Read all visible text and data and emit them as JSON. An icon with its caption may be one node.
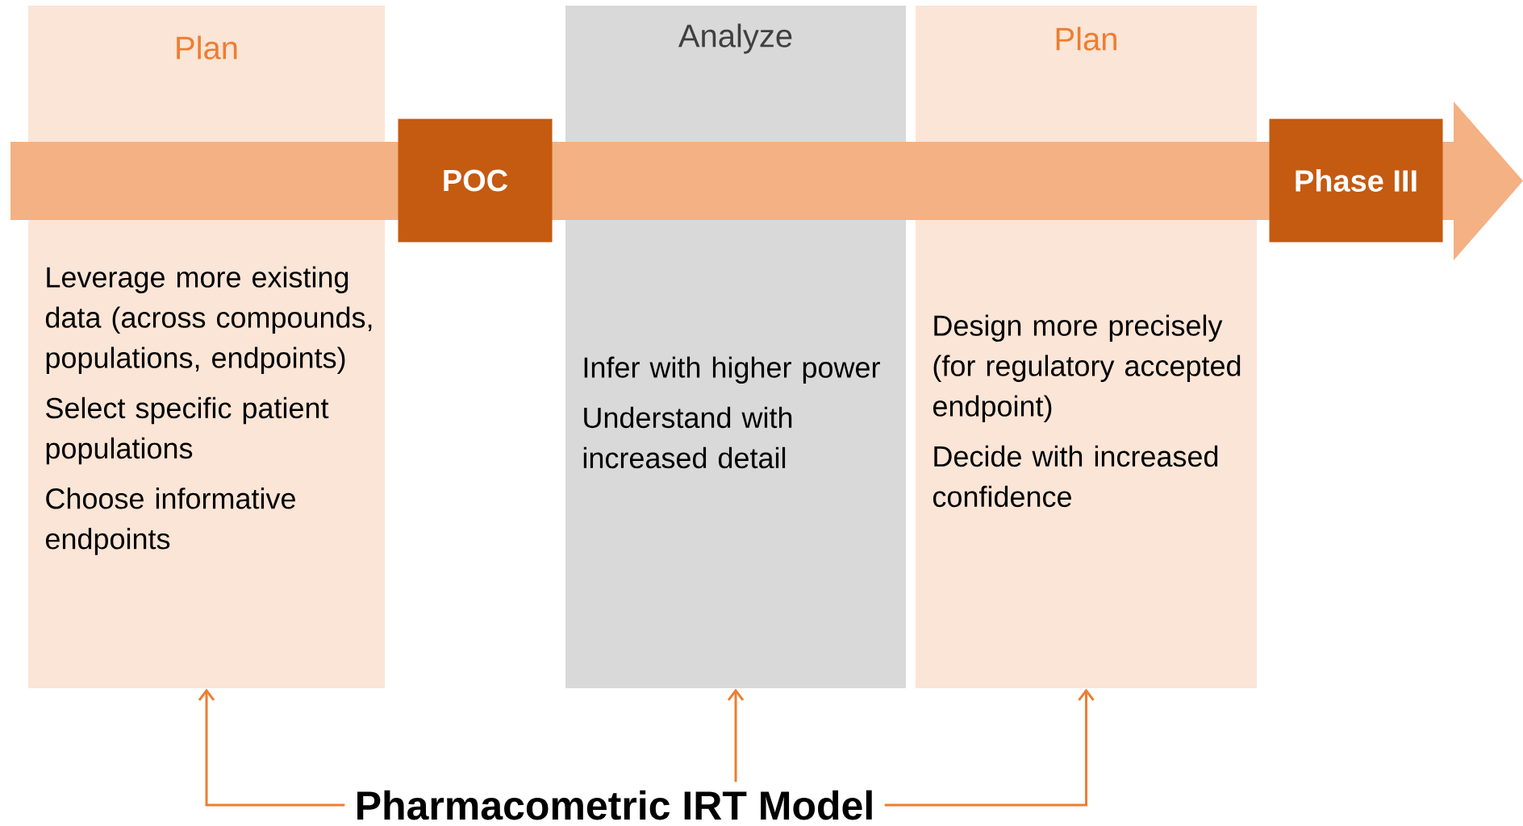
{
  "diagram": {
    "nodes": [
      {
        "text": [
          "Plan",
          "Leverage more existing data (across compounds, populations, endpoints)",
          "Select specific patient populations",
          "Choose informative endpoints"
        ]
      },
      {
        "text": [
          "POC"
        ]
      },
      {
        "text": [
          "Analyze",
          "Infer with higher power",
          "Understand with increased detail"
        ]
      },
      {
        "text": [
          "Plan",
          "Design more precisely (for regulatory accepted endpoint)",
          "Decide with increased confidence"
        ]
      },
      {
        "text": [
          "Phase III"
        ]
      },
      {
        "text": [
          "Pharmacometric IRT Model"
        ]
      }
    ],
    "edges": [
      {
        "from": 5,
        "to": 0,
        "arrow": "to"
      },
      {
        "from": 5,
        "to": 2,
        "arrow": "to"
      },
      {
        "from": 5,
        "to": 3,
        "arrow": "to"
      }
    ]
  }
}
